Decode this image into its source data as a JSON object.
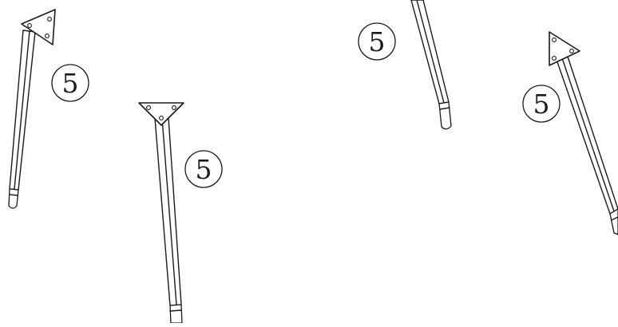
{
  "diagram": {
    "part_callouts": [
      {
        "id": "leg-1",
        "label": "5"
      },
      {
        "id": "leg-2",
        "label": "5"
      },
      {
        "id": "leg-3",
        "label": "5"
      },
      {
        "id": "leg-4",
        "label": "5"
      }
    ]
  }
}
